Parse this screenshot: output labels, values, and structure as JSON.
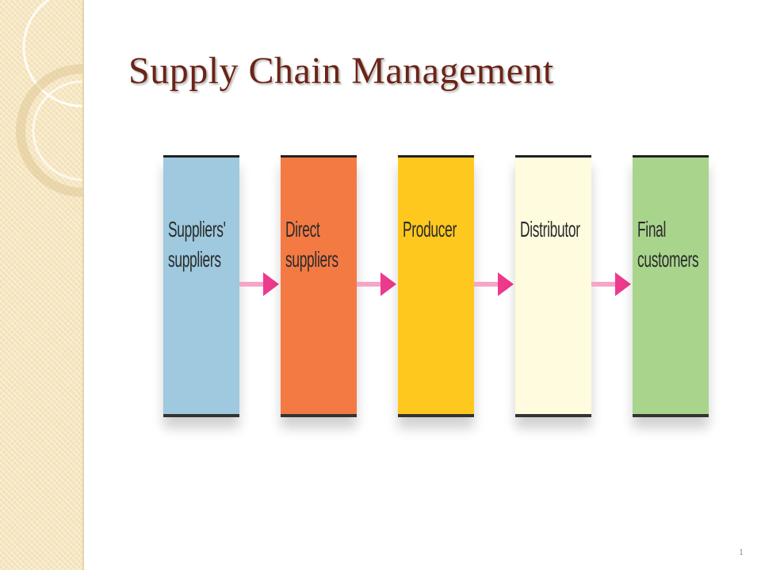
{
  "slide": {
    "title": "Supply Chain Management",
    "page_number": "1"
  },
  "stages": [
    {
      "label": "Suppliers'\nsuppliers",
      "color": "#9ec9de"
    },
    {
      "label": "Direct\nsuppliers",
      "color": "#f47a44"
    },
    {
      "label": "Producer",
      "color": "#ffc81e"
    },
    {
      "label": "Distributor",
      "color": "#fffbde"
    },
    {
      "label": "Final\ncustomers",
      "color": "#a9d48c"
    }
  ],
  "arrow_color": "#ee3a8c"
}
